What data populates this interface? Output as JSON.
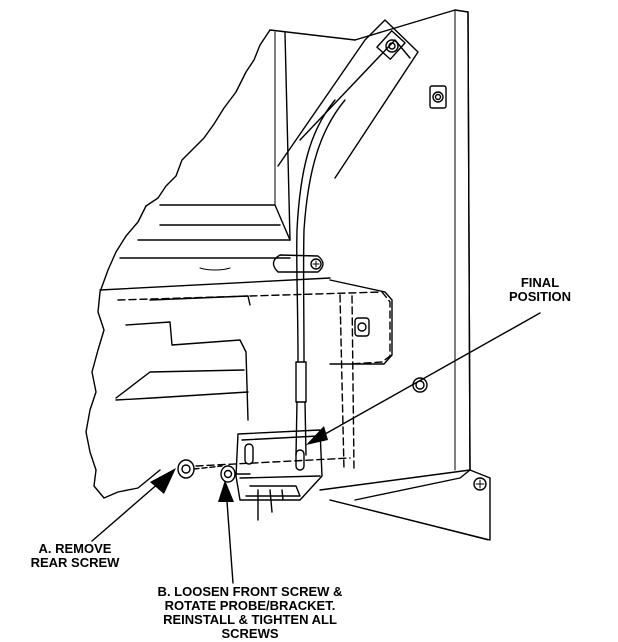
{
  "callouts": {
    "final_position": {
      "line1": "FINAL",
      "line2": "POSITION"
    },
    "remove_rear_screw": {
      "line1": "A. REMOVE",
      "line2": "REAR SCREW"
    },
    "loosen_front_screw": {
      "line1": "B. LOOSEN FRONT SCREW &",
      "line2": "ROTATE PROBE/BRACKET.",
      "line3": "REINSTALL & TIGHTEN ALL",
      "line4": "SCREWS"
    }
  },
  "colors": {
    "ink": "#000000",
    "paper": "#ffffff",
    "shade": "#e6e6e6"
  }
}
